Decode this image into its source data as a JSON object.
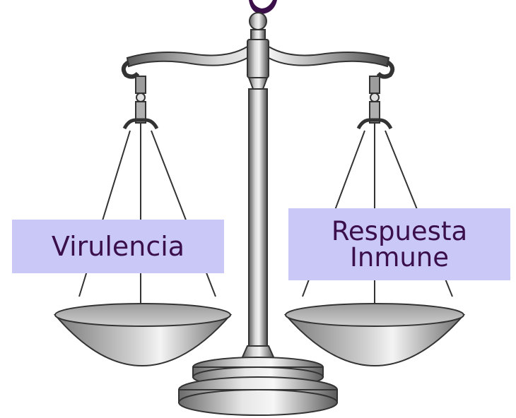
{
  "labels": {
    "left": "Virulencia",
    "right_line1": "Respuesta",
    "right_line2": "Inmune"
  },
  "colors": {
    "label_background": "#c9c8f7",
    "label_text": "#3a0f4a",
    "metal_light": "#e9e9e9",
    "metal_dark": "#4a4a4a"
  },
  "icons": {
    "scale": "balance-scale-icon"
  }
}
